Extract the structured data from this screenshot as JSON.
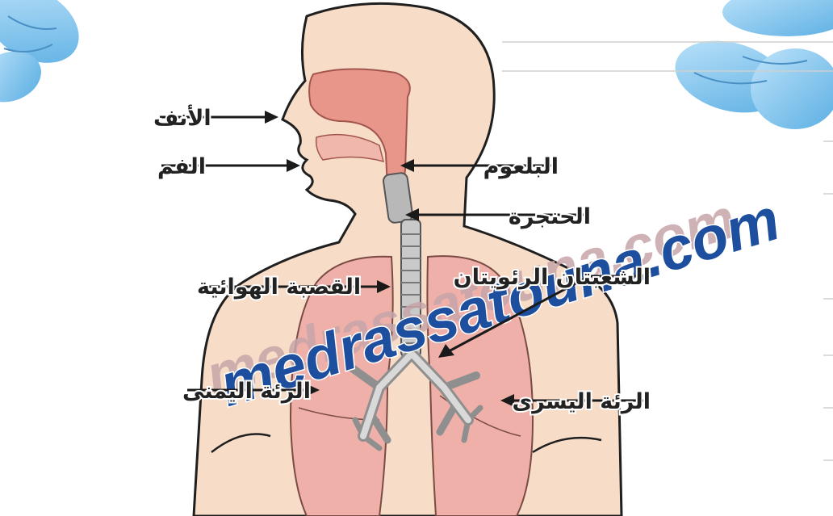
{
  "labels": {
    "nose": "الأنف",
    "mouth": "الفم",
    "pharynx": "البلعوم",
    "larynx": "الحنجرة",
    "trachea": "القصبة الهوائية",
    "bronchi": "الشعبتان الرئويتان",
    "right_lung": "الرئة اليمنى",
    "left_lung": "الرئة اليسرى"
  },
  "watermark": "medrassatouna.com",
  "colors": {
    "skin": "#f7dcc8",
    "outline": "#1f1f1f",
    "nasal": "#e8968a",
    "lung": "#eeb0a8",
    "trachea": "#b8b8b8",
    "flower": "#7fc3ec",
    "watermark_fill": "#1d4f9e",
    "watermark_shadow": "#c7a5a9"
  }
}
